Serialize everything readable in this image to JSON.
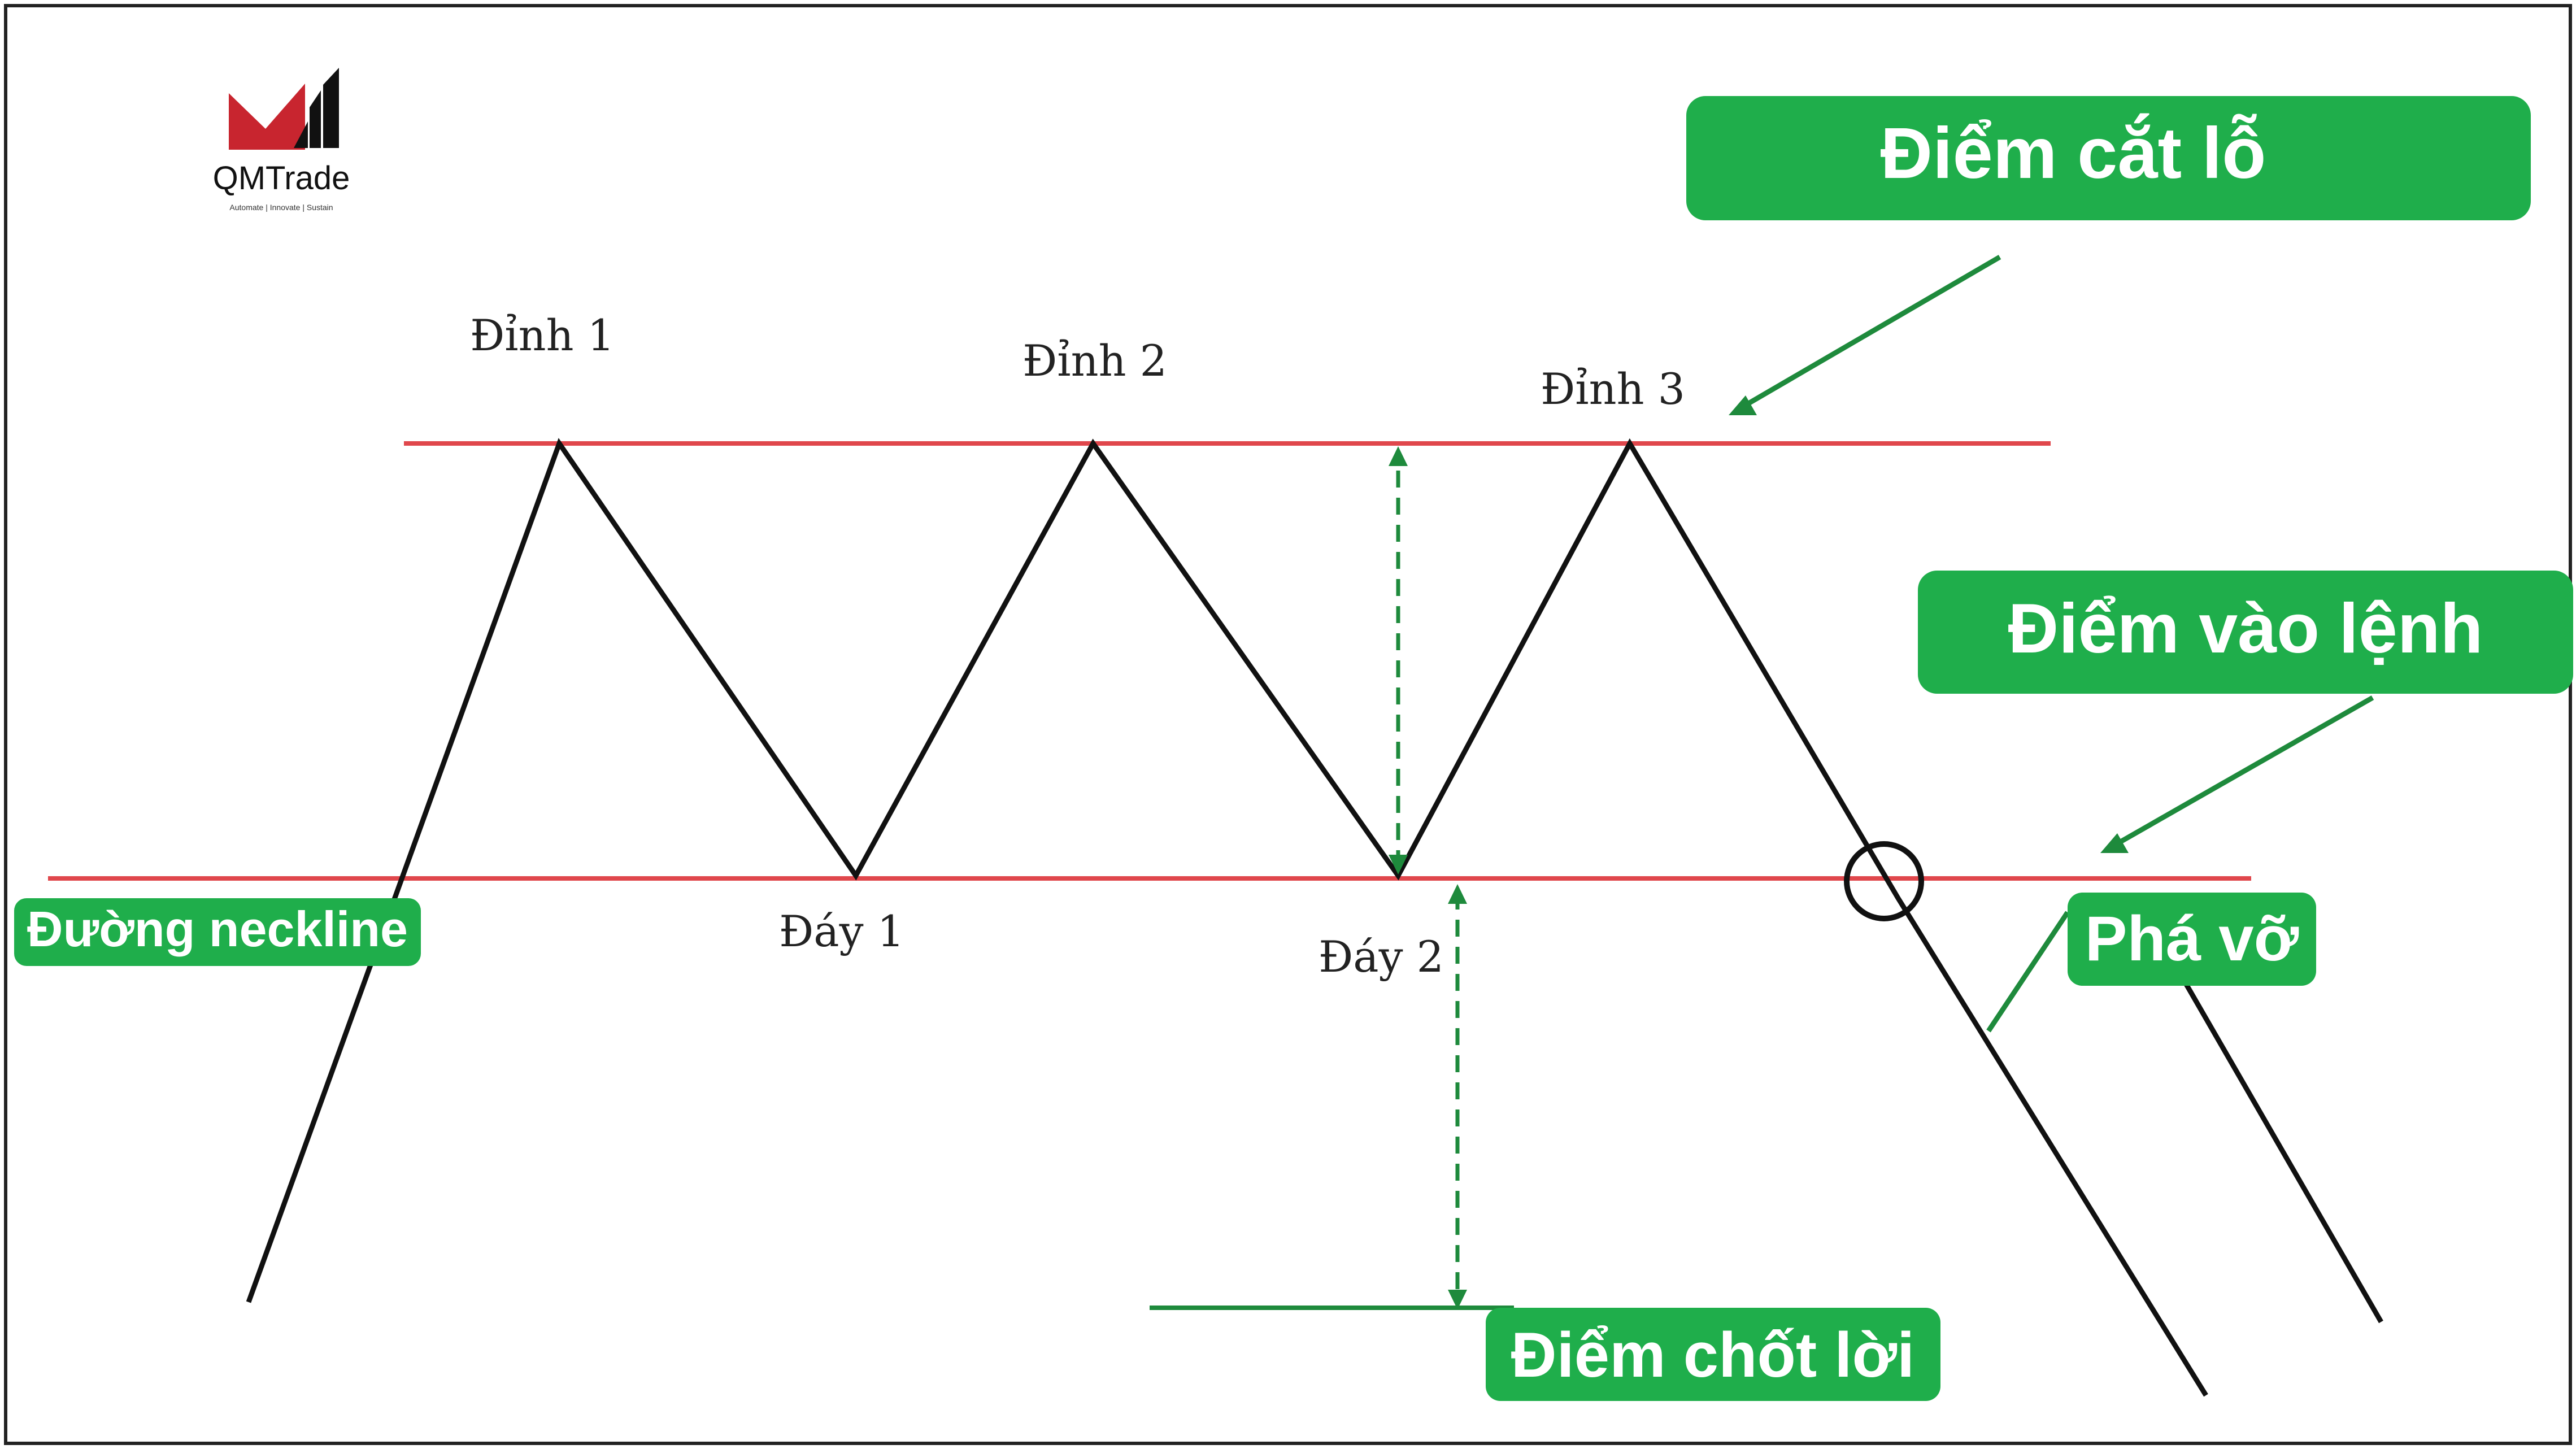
{
  "logo": {
    "name": "QMTrade",
    "tagline": "Automate | Innovate | Sustain"
  },
  "labels": {
    "peak1": "Đỉnh 1",
    "peak2": "Đỉnh 2",
    "peak3": "Đỉnh 3",
    "trough1": "Đáy 1",
    "trough2": "Đáy 2"
  },
  "callouts": {
    "stop_loss": "Điểm cắt lỗ",
    "entry": "Điểm vào lệnh",
    "neckline": "Đường neckline",
    "breakout": "Phá vỡ",
    "take_profit": "Điểm chốt lời"
  },
  "colors": {
    "resistance_line": "#e0474c",
    "neckline": "#e0474c",
    "callout_bg": "#1fae4b",
    "callout_text": "#ffffff",
    "arrow": "#1e8a3c",
    "price_path": "#111111",
    "logo_red": "#c8252f",
    "logo_black": "#111111"
  }
}
